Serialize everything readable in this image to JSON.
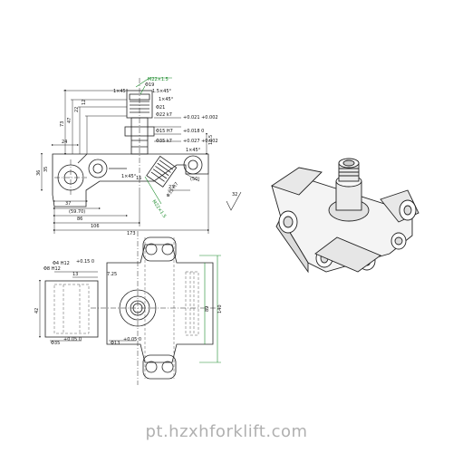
{
  "watermark": "pt.hzxhforklift.com",
  "colors": {
    "line": "#222222",
    "green": "#1a8a2a",
    "hidden": "#555555"
  },
  "front_view": {
    "labels": {
      "m_thread": "M22×1.5",
      "chamfer1": "1×45°",
      "chamfer2": "1.5×45°",
      "chamfer3": "1×45°",
      "chamfer4": "1×45°",
      "d19": "Φ19",
      "d22k7": "Φ22 k7",
      "d21": "Φ21",
      "d15h7": "Φ15 H7",
      "d35k7": "Φ35 k7",
      "tol1": "+0.021 +0.002",
      "tol2": "+0.018 0",
      "tol3": "+0.027 +0.002",
      "v73": "73",
      "v47": "47",
      "v22": "22",
      "v12": "12",
      "v24": "24",
      "v36": "36",
      "v35": "35",
      "v12b": "12.5",
      "v37": "37",
      "v5970": "(59.70)",
      "v86": "86",
      "v106": "106",
      "v173": "173",
      "v23": "23",
      "v50": "(50)",
      "d35h7": "Φ35 H7",
      "m22b": "M22×1.5",
      "chamfer5": "1×45°",
      "v15": "15"
    }
  },
  "roughness": "32",
  "bottom_view": {
    "labels": {
      "d8h12": "Φ8 H12",
      "d4h12": "Φ4 H12",
      "tolA": "+0.15 0",
      "v13": "13",
      "v7": "7.25",
      "v42": "42",
      "v89": "89",
      "v140": "140",
      "d35": "Φ35",
      "tolB": "+0.05 0",
      "d13": "Φ13",
      "tolC": "+0.05 0"
    }
  }
}
